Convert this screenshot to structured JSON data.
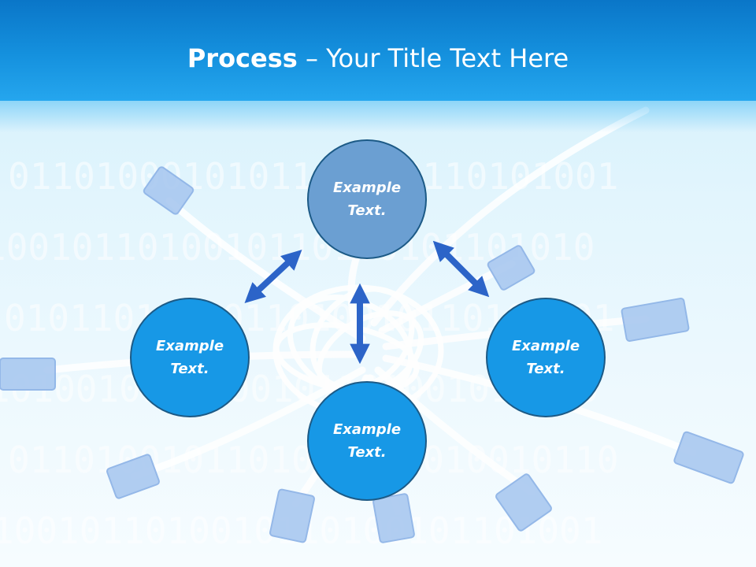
{
  "slide": {
    "title_bold": "Process",
    "title_rest": " – Your Title Text Here"
  },
  "nodes": {
    "top": {
      "line1": "Example",
      "line2": "Text."
    },
    "left": {
      "line1": "Example",
      "line2": "Text."
    },
    "right": {
      "line1": "Example",
      "line2": "Text."
    },
    "bottom": {
      "line1": "Example",
      "line2": "Text."
    }
  },
  "colors": {
    "header": "#1591de",
    "node_top": "#6b9fd2",
    "node": "#1798e6",
    "arrow": "#2c64c8",
    "node_border": "#1c5a86"
  }
}
